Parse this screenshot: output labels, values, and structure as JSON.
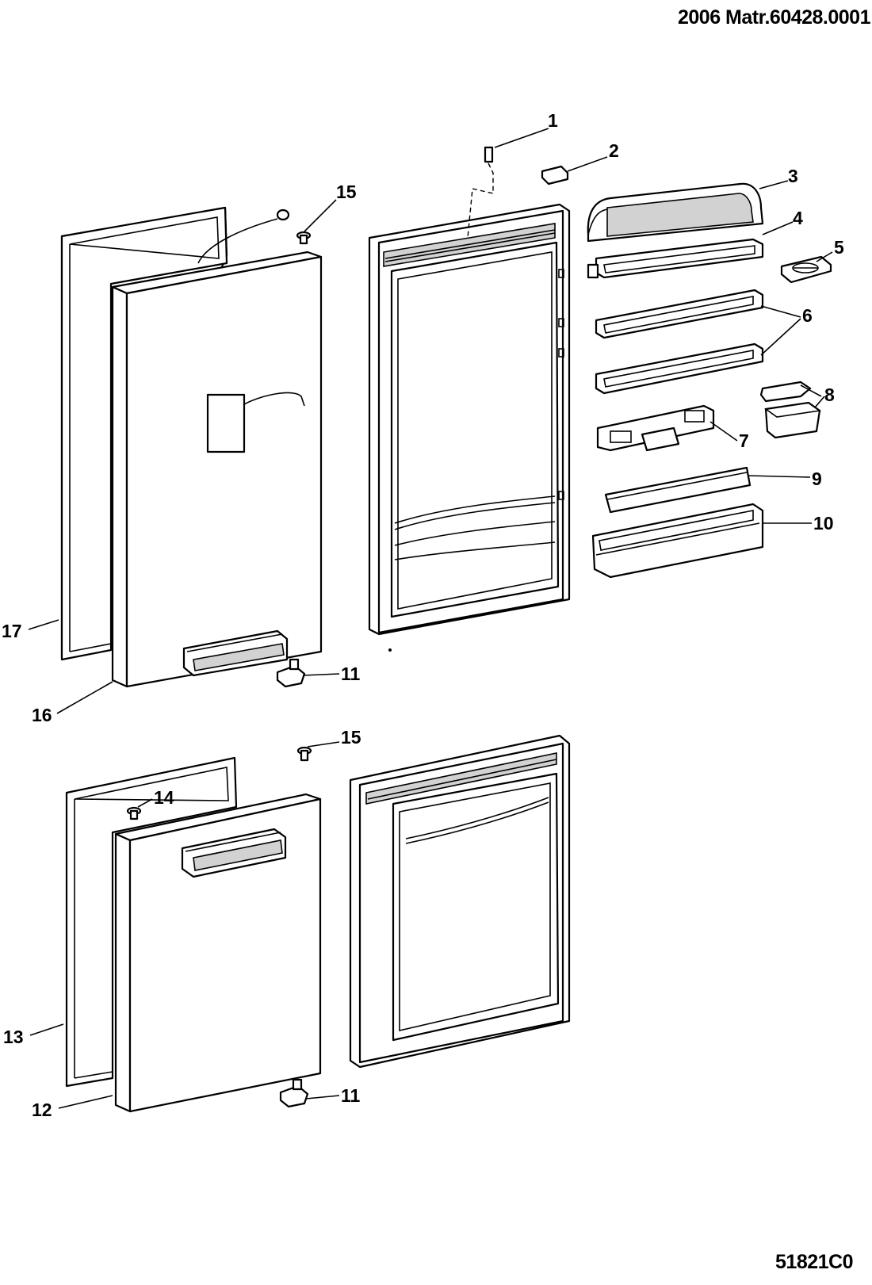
{
  "header": {
    "code": "2006 Matr.60428.0001"
  },
  "footer": {
    "code": "51821C0"
  },
  "callouts": {
    "n1": "1",
    "n2": "2",
    "n3": "3",
    "n4": "4",
    "n5": "5",
    "n6": "6",
    "n7": "7",
    "n8": "8",
    "n9": "9",
    "n10": "10",
    "n11_top": "11",
    "n11_bottom": "11",
    "n12": "12",
    "n13": "13",
    "n14": "14",
    "n15_top": "15",
    "n15_bottom": "15",
    "n16": "16",
    "n17": "17"
  }
}
